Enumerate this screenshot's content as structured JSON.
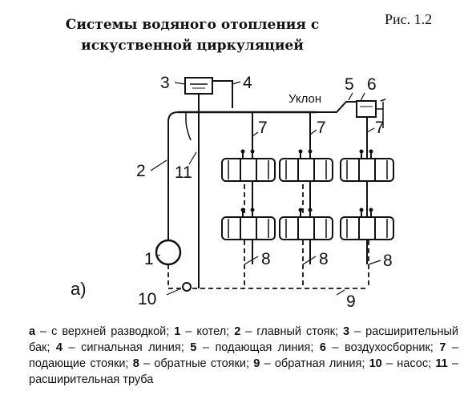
{
  "title_line1": "Системы водяного отопления с",
  "title_line2": "искуственной циркуляцией",
  "figure_label": "Рис. 1.2",
  "diagram": {
    "subfigure": "а)",
    "slope_label": "Уклон",
    "labels": {
      "n1": "1",
      "n2": "2",
      "n3": "3",
      "n4": "4",
      "n5": "5",
      "n6": "6",
      "n7a": "7",
      "n7b": "7",
      "n7c": "7",
      "n8a": "8",
      "n8b": "8",
      "n8c": "8",
      "n9": "9",
      "n10": "10",
      "n11": "11"
    }
  },
  "caption": {
    "a_key": "а",
    "a_text": " – с верхней разводкой; ",
    "k1": "1",
    "t1": " – котел; ",
    "k2": "2",
    "t2": " – главный стояк; ",
    "k3": "3",
    "t3": " – расширительный бак; ",
    "k4": "4",
    "t4": " – сигнальная линия; ",
    "k5": "5",
    "t5": " – подающая линия; ",
    "k6": "6",
    "t6": " – воздухосборник; ",
    "k7": "7",
    "t7": " – подающие стояки; ",
    "k8": "8",
    "t8": " – обратные стояки; ",
    "k9": "9",
    "t9": " – обратная линия; ",
    "k10": "10",
    "t10": " – насос; ",
    "k11": "11",
    "t11": " – расширительная труба"
  }
}
